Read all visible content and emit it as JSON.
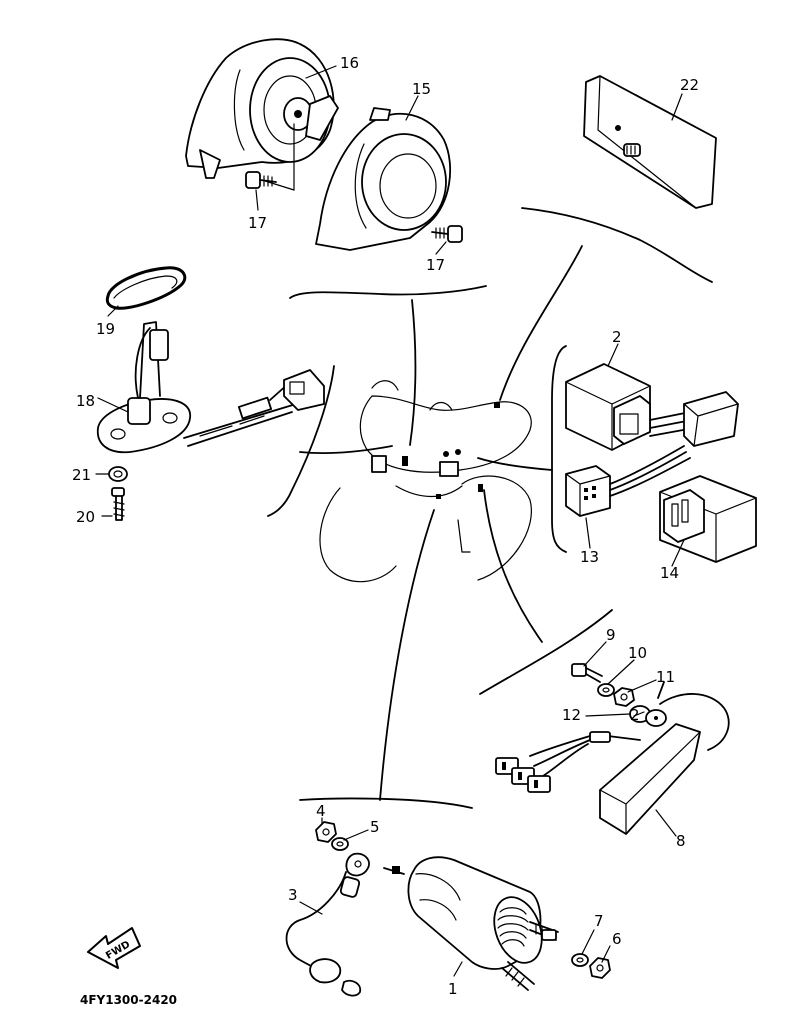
{
  "diagram": {
    "document_code": "4FY1300-2420",
    "fwd_label": "FWD",
    "callouts": {
      "p1": "1",
      "p2a": "2",
      "p2b": "2",
      "p3": "3",
      "p4": "4",
      "p5": "5",
      "p6": "6",
      "p7": "7",
      "p8": "8",
      "p9": "9",
      "p10": "10",
      "p11": "11",
      "p12": "12",
      "p13": "13",
      "p14": "14",
      "p15": "15",
      "p16": "16",
      "p17a": "17",
      "p17b": "17",
      "p18": "18",
      "p19": "19",
      "p20": "20",
      "p21": "21",
      "p22": "22"
    }
  }
}
